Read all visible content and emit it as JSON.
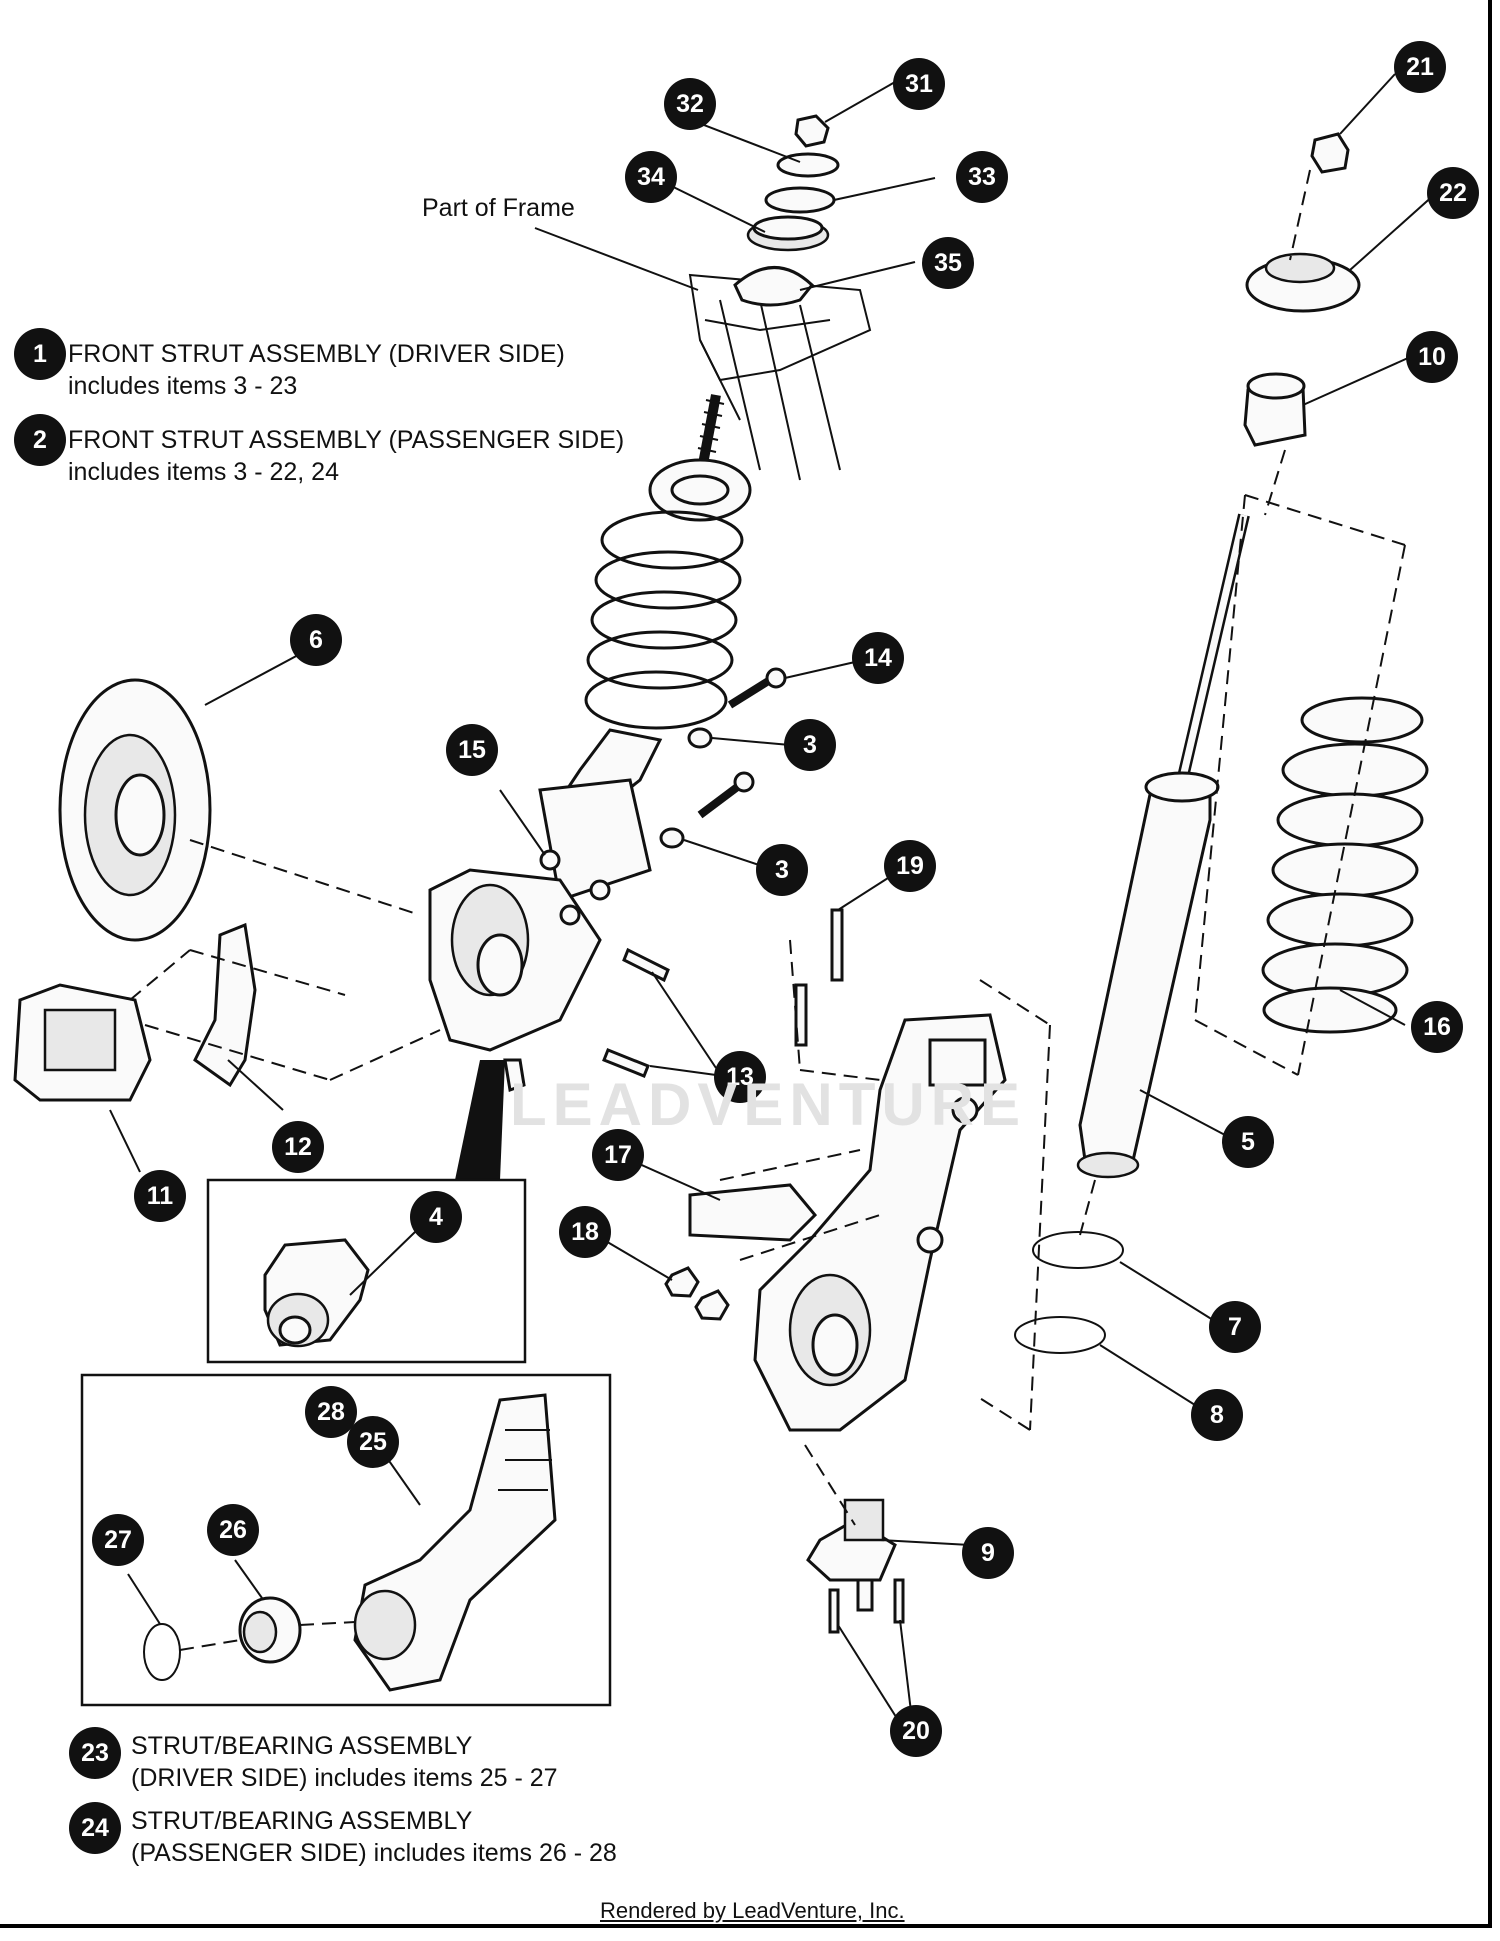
{
  "frame_label": "Part of Frame",
  "footer": "Rendered by LeadVenture, Inc.",
  "watermark": "LEADVENTURE",
  "legend": {
    "item1": {
      "badge": "1",
      "line1": "FRONT STRUT ASSEMBLY (DRIVER SIDE)",
      "line2": "includes items 3 - 23"
    },
    "item2": {
      "badge": "2",
      "line1": "FRONT STRUT ASSEMBLY (PASSENGER SIDE)",
      "line2": "includes items 3 - 22, 24"
    },
    "item23": {
      "badge": "23",
      "line1": "STRUT/BEARING ASSEMBLY",
      "line2": "(DRIVER SIDE) includes items 25 - 27"
    },
    "item24": {
      "badge": "24",
      "line1": "STRUT/BEARING ASSEMBLY",
      "line2": "(PASSENGER SIDE) includes items 26 - 28"
    }
  },
  "callouts": [
    "3",
    "3",
    "4",
    "5",
    "6",
    "7",
    "8",
    "9",
    "10",
    "11",
    "12",
    "13",
    "14",
    "15",
    "16",
    "17",
    "18",
    "19",
    "20",
    "21",
    "22",
    "25",
    "26",
    "27",
    "28",
    "31",
    "32",
    "33",
    "34",
    "35"
  ],
  "colors": {
    "badge": "#111111",
    "line": "#111111",
    "background": "#ffffff"
  }
}
